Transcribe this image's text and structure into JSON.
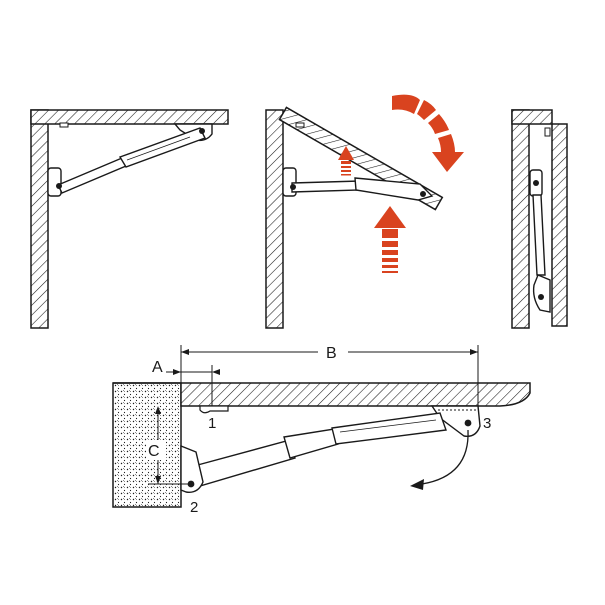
{
  "labels": {
    "dim_a": "A",
    "dim_b": "B",
    "dim_c": "C",
    "point_1": "1",
    "point_2": "2",
    "point_3": "3"
  },
  "colors": {
    "arrow": "#d9431f",
    "line": "#1a1a1a",
    "fill": "#ffffff"
  },
  "panels": [
    {
      "state": "open"
    },
    {
      "state": "folding"
    },
    {
      "state": "folded"
    }
  ]
}
